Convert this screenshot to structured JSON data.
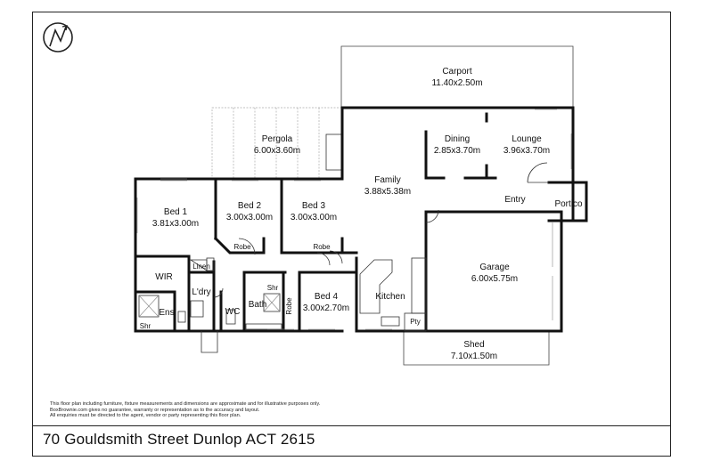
{
  "compass": {
    "icon": "north-arrow-icon",
    "letter": "N"
  },
  "rooms": {
    "carport": {
      "name": "Carport",
      "dims": "11.40x2.50m"
    },
    "pergola": {
      "name": "Pergola",
      "dims": "6.00x3.60m"
    },
    "dining": {
      "name": "Dining",
      "dims": "2.85x3.70m"
    },
    "lounge": {
      "name": "Lounge",
      "dims": "3.96x3.70m"
    },
    "family": {
      "name": "Family",
      "dims": "3.88x5.38m"
    },
    "bed1": {
      "name": "Bed 1",
      "dims": "3.81x3.00m"
    },
    "bed2": {
      "name": "Bed 2",
      "dims": "3.00x3.00m"
    },
    "bed3": {
      "name": "Bed 3",
      "dims": "3.00x3.00m"
    },
    "bed4": {
      "name": "Bed 4",
      "dims": "3.00x2.70m"
    },
    "garage": {
      "name": "Garage",
      "dims": "6.00x5.75m"
    },
    "shed": {
      "name": "Shed",
      "dims": "7.10x1.50m"
    }
  },
  "labels": {
    "entry": "Entry",
    "portico": "Portico",
    "robe_bed2": "Robe",
    "robe_bed3": "Robe",
    "robe_bed4": "Robe",
    "wir": "WIR",
    "linen": "Linen",
    "laundry": "L'dry",
    "ensuite": "Ens",
    "shower_ens": "Shr",
    "shower_bath": "Shr",
    "wc": "WC",
    "bath": "Bath",
    "kitchen": "Kitchen",
    "pantry": "Pty"
  },
  "disclaimer": [
    "This floor plan including furniture, fixture measurements and dimensions are approximate and for illustrative purposes only.",
    "BoxBrownie.com gives no guarantee, warranty or representation as to the accuracy and layout.",
    "All enquiries must be directed to the agent, vendor or party representing this floor plan."
  ],
  "address": "70 Gouldsmith Street Dunlop ACT 2615"
}
